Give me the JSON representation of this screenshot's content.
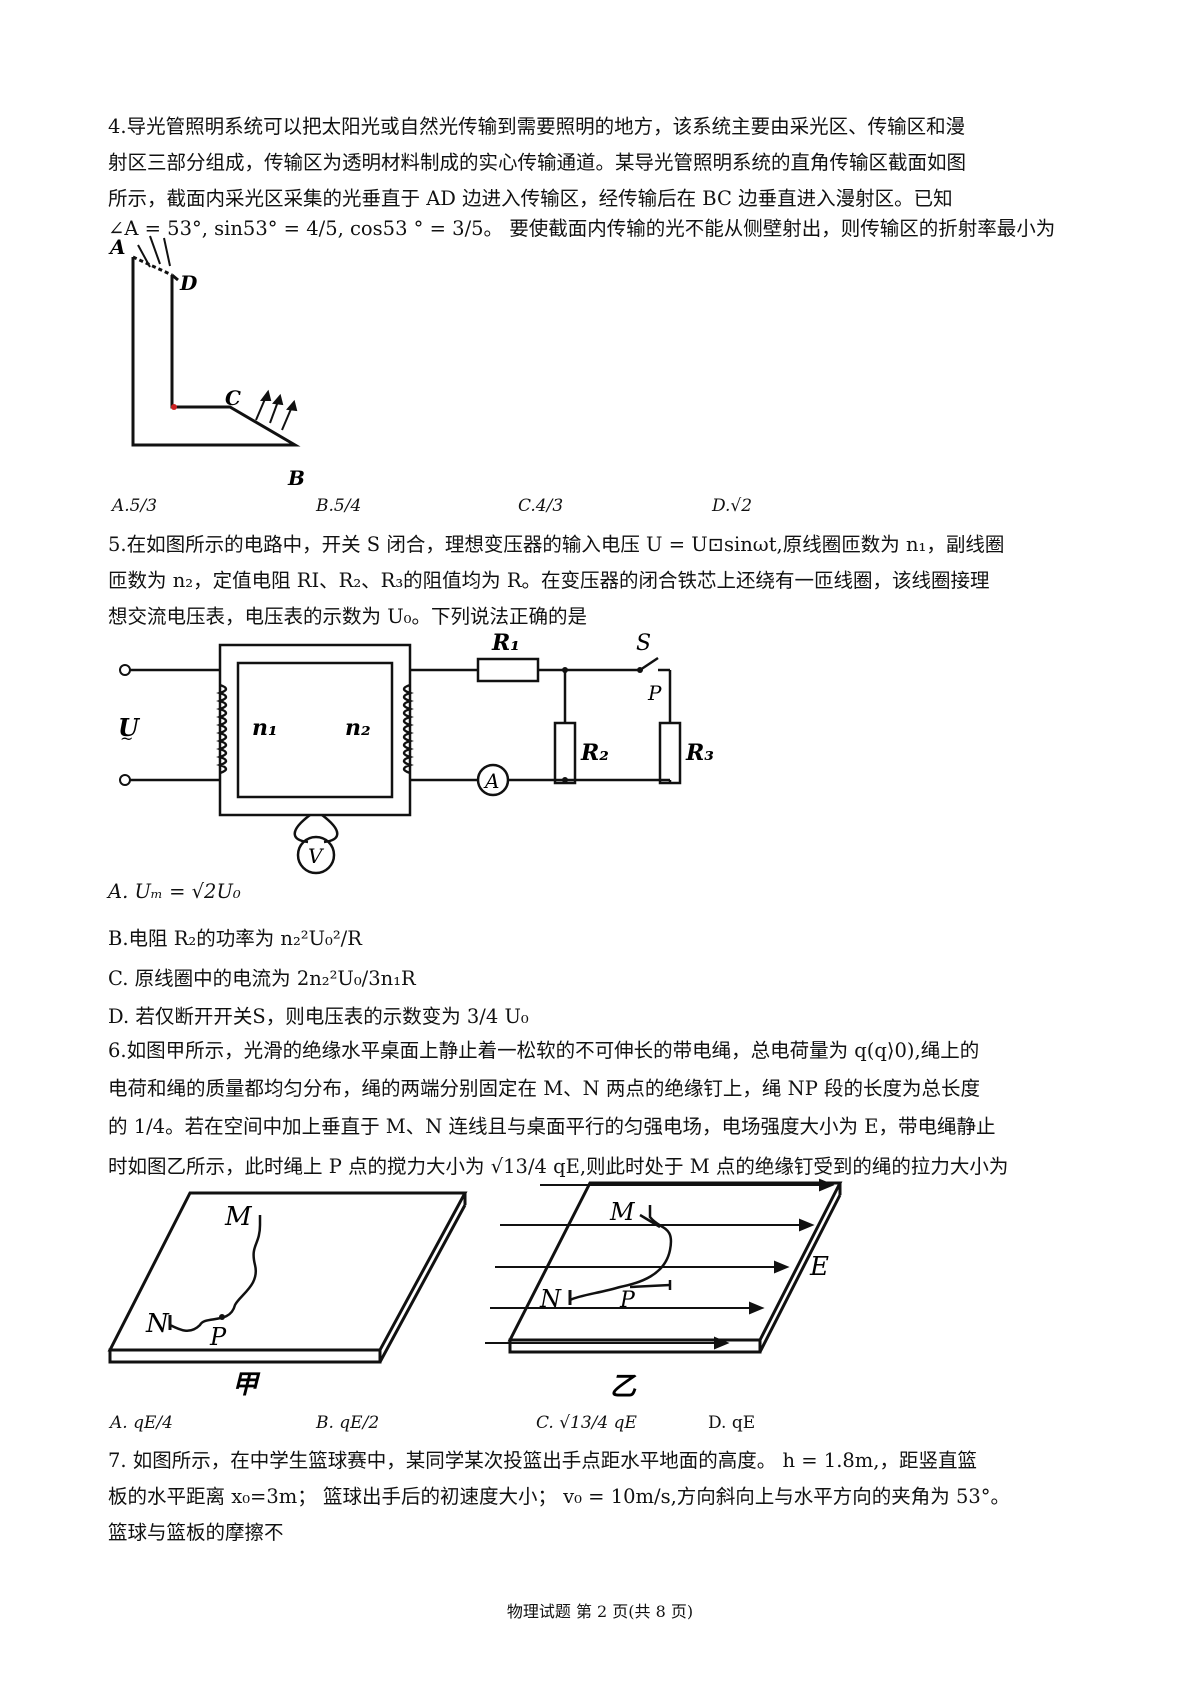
{
  "q4": {
    "line1": "4.导光管照明系统可以把太阳光或自然光传输到需要照明的地方，该系统主要由采光区、传输区和漫",
    "line2": "射区三部分组成，传输区为透明材料制成的实心传输通道。某导光管照明系统的直角传输区截面如图",
    "line3": "所示，截面内采光区采集的光垂直于 AD 边进入传输区，经传输后在 BC 边垂直进入漫射区。已知",
    "line4": "∠A = 53°, sin53° = 4/5, cos53 ° = 3/5。 要使截面内传输的光不能从侧壁射出，则传输区的折射率最小为",
    "fig_labels": {
      "A": "A",
      "D": "D",
      "C": "C",
      "B": "B"
    },
    "options": {
      "a": "A.5/3",
      "b": "B.5/4",
      "c": "C.4/3",
      "d": "D.√2"
    }
  },
  "q5": {
    "line1": "5.在如图所示的电路中，开关 S 闭合，理想变压器的输入电压 U = U⊡sinωt,原线圈匝数为 n₁，副线圈",
    "line2": "匝数为 n₂，定值电阻 RI、R₂、R₃的阻值均为 R。在变压器的闭合铁芯上还绕有一匝线圈，该线圈接理",
    "line3": "想交流电压表，电压表的示数为 U₀。下列说法正确的是",
    "fig_labels": {
      "U": "U",
      "n1": "n₁",
      "n2": "n₂",
      "R1": "R₁",
      "R2": "R₂",
      "R3": "R₃",
      "S": "S",
      "P": "P",
      "A": "A",
      "V": "V"
    },
    "opt_a": "A. Uₘ = √2U₀",
    "opt_b": "B.电阻 R₂的功率为 n₂²U₀²/R",
    "opt_c": "C. 原线圈中的电流为 2n₂²U₀/3n₁R",
    "opt_d": "D. 若仅断开开关S，则电压表的示数变为 3/4 U₀"
  },
  "q6": {
    "line1": "6.如图甲所示，光滑的绝缘水平桌面上静止着一松软的不可伸长的带电绳，总电荷量为 q(q⟩0),绳上的",
    "line2": "电荷和绳的质量都均匀分布，绳的两端分别固定在 M、N 两点的绝缘钉上，绳 NP 段的长度为总长度",
    "line3": "的 1/4。若在空间中加上垂直于 M、N 连线且与桌面平行的匀强电场，电场强度大小为 E，带电绳静止",
    "line4": "时如图乙所示，此时绳上 P 点的搅力大小为 √13/4 qE,则此时处于 M 点的绝缘钉受到的绳的拉力大小为",
    "fig_labels": {
      "M": "M",
      "N": "N",
      "P": "P",
      "E": "E",
      "jia": "甲",
      "yi": "乙"
    },
    "options": {
      "a": "A. qE/4",
      "b": "B. qE/2",
      "c": "C. √13/4 qE",
      "d": "D.  qE"
    }
  },
  "q7": {
    "line1": "7.  如图所示，在中学生篮球赛中，某同学某次投篮出手点距水平地面的高度。 h = 1.8m,，距竖直篮",
    "line2": "板的水平距离 x₀=3m；  篮球出手后的初速度大小； v₀ = 10m/s,方向斜向上与水平方向的夹角为 53°。",
    "line3": "篮球与篮板的摩擦不"
  },
  "footer": "物理试题 第 2 页(共 8 页)"
}
